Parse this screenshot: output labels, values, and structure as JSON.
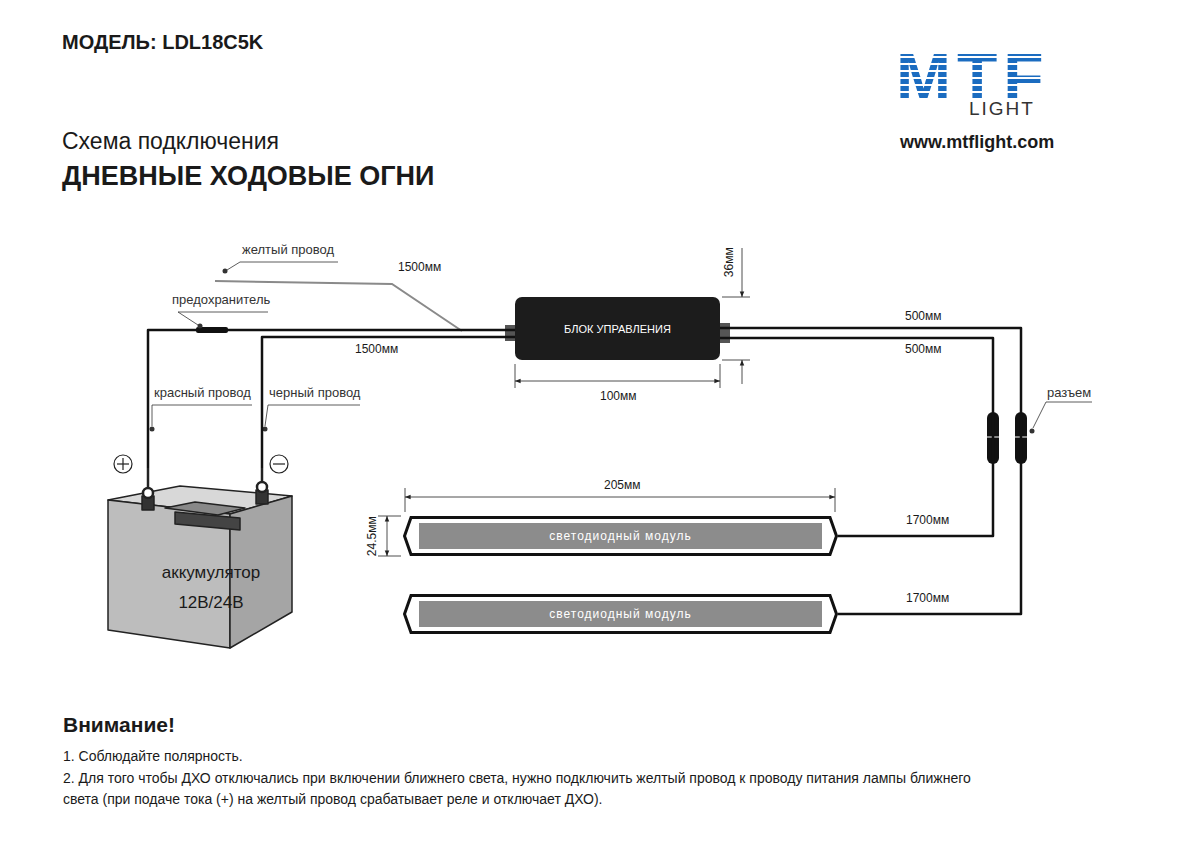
{
  "diagram": {
    "title": "ДНЕВНЫЕ ХОДОВЫЕ ОГНИ",
    "nodes": [
      {
        "text": [
          "аккумулятор 12В/24В"
        ]
      },
      {
        "text": [
          "БЛОК УПРАВЛЕНИЯ"
        ]
      },
      {
        "text": [
          "светодиодный модуль"
        ]
      },
      {
        "text": [
          "светодиодный модуль"
        ]
      }
    ],
    "edges": [
      {
        "from": 0,
        "to": 1,
        "arrow": "none"
      },
      {
        "from": 0,
        "to": 1,
        "arrow": "none"
      },
      {
        "from": 1,
        "to": 2,
        "arrow": "none"
      },
      {
        "from": 1,
        "to": 3,
        "arrow": "none"
      }
    ],
    "labels": [
      "МОДЕЛЬ: LDL18C5K",
      "MTF",
      "LIGHT",
      "www.mtflight.com",
      "Схема подключения",
      "желтый провод",
      "1500мм",
      "предохранитель",
      "1500мм",
      "36мм",
      "100мм",
      "500мм",
      "500мм",
      "красный провод",
      "черный провод",
      "разъем",
      "205мм",
      "24.5мм",
      "1700мм",
      "1700мм",
      "Внимание!",
      "1. Соблюдайте полярность.",
      "2. Для того чтобы ДХО отключались при включении ближнего света, нужно подключить желтый провод к проводу питания лампы ближнего света (при подаче тока (+) на желтый провод срабатывает реле и отключает ДХО)."
    ]
  }
}
